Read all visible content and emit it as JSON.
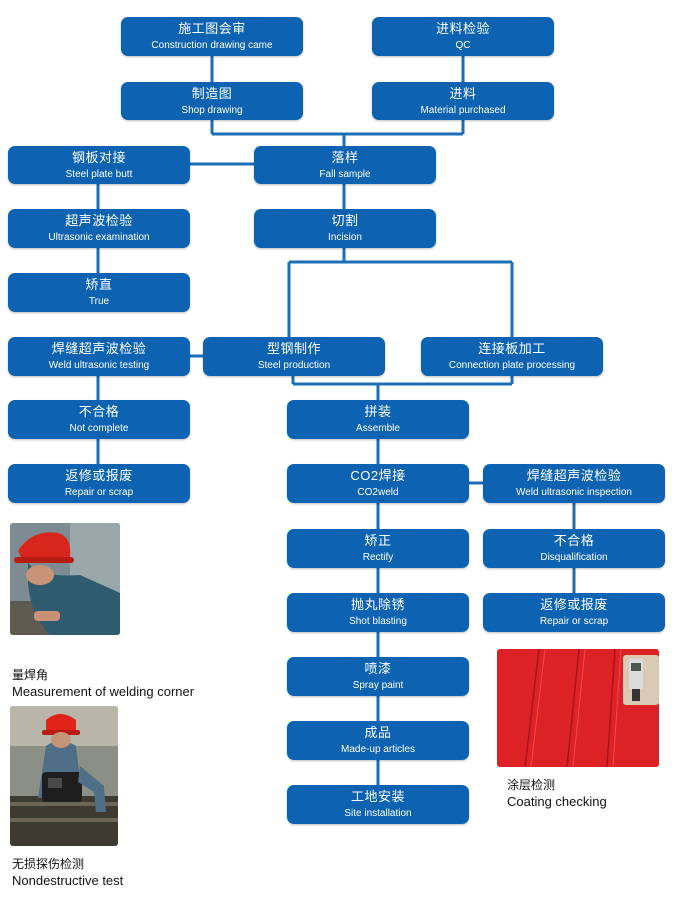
{
  "steps": {
    "construction_review": {
      "zh": "施工图会审",
      "en": "Construction drawing came"
    },
    "qc": {
      "zh": "进料检验",
      "en": "QC"
    },
    "shop_drawing": {
      "zh": "制造图",
      "en": "Shop drawing"
    },
    "material_purchased": {
      "zh": "进料",
      "en": "Material purchased"
    },
    "steel_plate_butt": {
      "zh": "钢板对接",
      "en": "Steel plate butt"
    },
    "fall_sample": {
      "zh": "落样",
      "en": "Fall sample"
    },
    "ultrasonic_exam": {
      "zh": "超声波检验",
      "en": "Ultrasonic examination"
    },
    "incision": {
      "zh": "切割",
      "en": "Incision"
    },
    "true": {
      "zh": "矫直",
      "en": "True"
    },
    "weld_ultrasonic_testing": {
      "zh": "焊缝超声波检验",
      "en": "Weld ultrasonic testing"
    },
    "steel_production": {
      "zh": "型钢制作",
      "en": "Steel production"
    },
    "connection_plate": {
      "zh": "连接板加工",
      "en": "Connection plate processing"
    },
    "not_complete": {
      "zh": "不合格",
      "en": "Not complete"
    },
    "assemble": {
      "zh": "拼装",
      "en": "Assemble"
    },
    "repair_scrap_left": {
      "zh": "返修或报废",
      "en": "Repair or scrap"
    },
    "co2weld": {
      "zh": "CO2焊接",
      "en": "CO2weld"
    },
    "weld_ultrasonic_inspection": {
      "zh": "焊缝超声波检验",
      "en": "Weld ultrasonic inspection"
    },
    "rectify": {
      "zh": "矫正",
      "en": "Rectify"
    },
    "disqualification": {
      "zh": "不合格",
      "en": "Disqualification"
    },
    "shot_blasting": {
      "zh": "抛丸除锈",
      "en": "Shot blasting"
    },
    "repair_scrap_right": {
      "zh": "返修或报废",
      "en": "Repair or scrap"
    },
    "spray_paint": {
      "zh": "喷漆",
      "en": "Spray paint"
    },
    "made_up": {
      "zh": "成品",
      "en": "Made-up articles"
    },
    "site_installation": {
      "zh": "工地安装",
      "en": "Site installation"
    }
  },
  "photos": {
    "welding_corner": {
      "zh": "量焊角",
      "en": "Measurement of welding corner"
    },
    "nondestructive": {
      "zh": "无损探伤检测",
      "en": "Nondestructive test"
    },
    "coating": {
      "zh": "涂层检测",
      "en": "Coating checking"
    }
  },
  "colors": {
    "box": "#0d63b1",
    "line": "#1b6fb5",
    "text": "#ffffff"
  }
}
